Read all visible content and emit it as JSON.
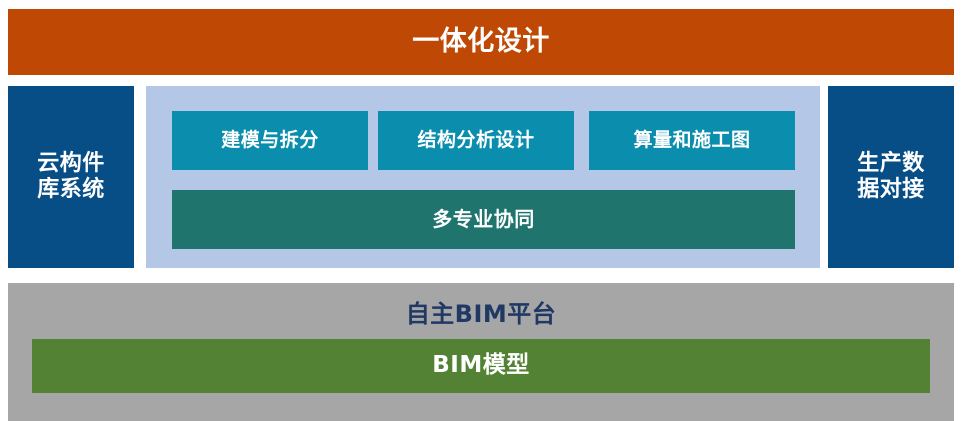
{
  "diagram": {
    "title": "一体化设计",
    "header": {
      "label": "一体化设计",
      "color": "#BF4904",
      "text_color": "#FFFFFF"
    },
    "pillars": [
      {
        "name": "cloud-component-library",
        "label": "云构件\n库系统",
        "color": "#084E86"
      },
      {
        "name": "production-data-interface",
        "label": "生产数\n据对接",
        "color": "#084E86"
      }
    ],
    "center_panel": {
      "color": "#B4C7E7",
      "cells": [
        {
          "name": "modeling-and-splitting",
          "label": "建模与拆分",
          "color": "#0B8EAE"
        },
        {
          "name": "structural-analysis-design",
          "label": "结构分析设计",
          "color": "#0B8EAE"
        },
        {
          "name": "quantity-and-construction-drawing",
          "label": "算量和施工图",
          "color": "#0B8EAE"
        }
      ],
      "collaboration": {
        "name": "multi-discipline-collaboration",
        "label": "多专业协同",
        "color": "#1F756E"
      }
    },
    "platform": {
      "panel_color": "#A6A6A6",
      "title": "自主BIM平台",
      "title_color": "#1F3864",
      "model": {
        "label": "BIM模型",
        "color": "#548235",
        "text_color": "#FFFFFF"
      }
    }
  }
}
